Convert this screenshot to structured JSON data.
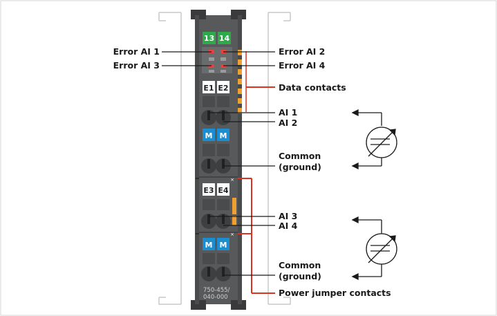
{
  "module": {
    "terminal_numbers": [
      "13",
      "14"
    ],
    "upper_channels": [
      "E1",
      "E2"
    ],
    "lower_channels": [
      "E3",
      "E4"
    ],
    "common_marks": [
      "M",
      "M"
    ],
    "part_number_line1": "750-455/",
    "part_number_line2": "040-000"
  },
  "labels": {
    "error_ai1": "Error AI 1",
    "error_ai2": "Error AI 2",
    "error_ai3": "Error AI 3",
    "error_ai4": "Error AI 4",
    "data_contacts": "Data contacts",
    "ai1": "AI 1",
    "ai2": "AI 2",
    "common1_line1": "Common",
    "common1_line2": "(ground)",
    "ai3": "AI 3",
    "ai4": "AI 4",
    "common2_line1": "Common",
    "common2_line2": "(ground)",
    "power_jumper": "Power jumper contacts"
  },
  "colors": {
    "module_body": "#58595b",
    "terminal_green": "#2eaa4a",
    "common_blue": "#1a8ed0",
    "contact_orange": "#f0a030",
    "bracket_red": "#e03020",
    "led_red": "#e8403a"
  },
  "icons": [
    "current-source-icon-upper",
    "current-source-icon-lower"
  ]
}
